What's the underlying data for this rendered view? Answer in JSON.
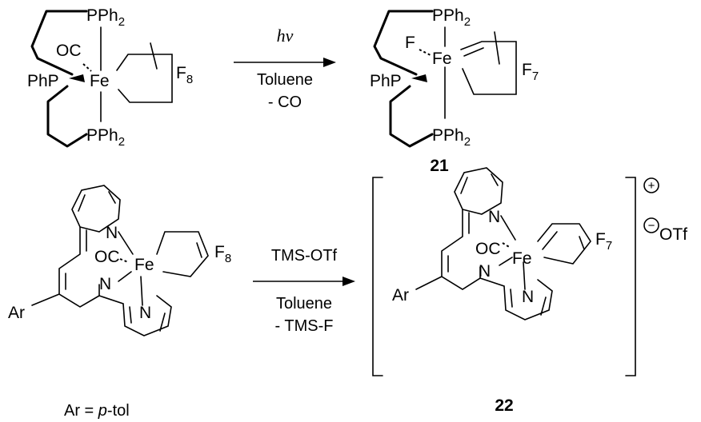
{
  "scheme": {
    "reaction1": {
      "reactant": {
        "atoms": {
          "metal": "Fe",
          "phosphine_top": "PPh",
          "phosphine_top_sub": "2",
          "phosphine_bottom": "PPh",
          "phosphine_bottom_sub": "2",
          "phosphine_central": "PhP",
          "carbonyl": "OC",
          "fluoro": "F",
          "fluoro_sub": "8"
        }
      },
      "arrow": {
        "above": "hν",
        "below_line1": "Toluene",
        "below_line2": "- CO"
      },
      "product": {
        "atoms": {
          "metal": "Fe",
          "phosphine_top": "PPh",
          "phosphine_top_sub": "2",
          "phosphine_bottom": "PPh",
          "phosphine_bottom_sub": "2",
          "phosphine_central": "PhP",
          "fluoride": "F",
          "fluoro": "F",
          "fluoro_sub": "7"
        },
        "compound_number": "21"
      }
    },
    "reaction2": {
      "reactant": {
        "atoms": {
          "metal": "Fe",
          "carbonyl": "OC",
          "n_top": "N",
          "n_central": "N",
          "n_bottom": "N",
          "aryl": "Ar",
          "fluoro": "F",
          "fluoro_sub": "8"
        },
        "footnote_prefix": "Ar = ",
        "footnote_italic": "p",
        "footnote_suffix": "-tol"
      },
      "arrow": {
        "above": "TMS-OTf",
        "below_line1": "Toluene",
        "below_line2": "- TMS-F"
      },
      "product": {
        "atoms": {
          "metal": "Fe",
          "carbonyl": "OC",
          "n_top": "N",
          "n_central": "N",
          "n_bottom": "N",
          "aryl": "Ar",
          "fluoro": "F",
          "fluoro_sub": "7"
        },
        "charge": "+",
        "counterion_charge": "−",
        "counterion": "OTf",
        "compound_number": "22"
      }
    }
  }
}
